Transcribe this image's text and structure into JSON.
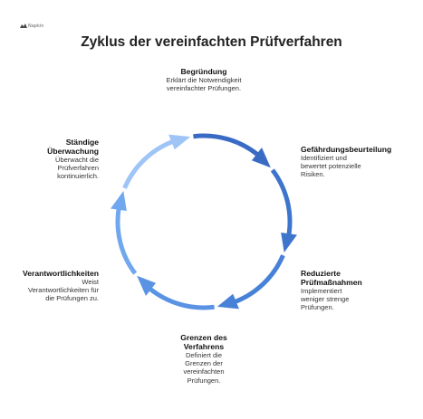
{
  "logo": {
    "text": "Napkin"
  },
  "title": "Zyklus der vereinfachten Prüfverfahren",
  "colors": [
    "#3a6bc4",
    "#3d74cc",
    "#4781d8",
    "#5a93e4",
    "#71a7ee",
    "#9fc4f6"
  ],
  "steps": [
    {
      "head": "Begründung",
      "desc": "Erklärt die Notwendigkeit vereinfachter Prüfungen."
    },
    {
      "head": "Gefährdungsbeurteilung",
      "desc": "Identifiziert und bewertet potenzielle Risiken."
    },
    {
      "head": "Reduzierte Prüfmaßnahmen",
      "desc": "Implementiert weniger strenge Prüfungen."
    },
    {
      "head": "Grenzen des Verfahrens",
      "desc": "Definiert die Grenzen der vereinfachten Prüfungen."
    },
    {
      "head": "Verantwortlichkeiten",
      "desc": "Weist Verantwortlichkeiten für die Prüfungen zu."
    },
    {
      "head": "Ständige Überwachung",
      "desc": "Überwacht die Prüfverfahren kontinuierlich."
    }
  ]
}
